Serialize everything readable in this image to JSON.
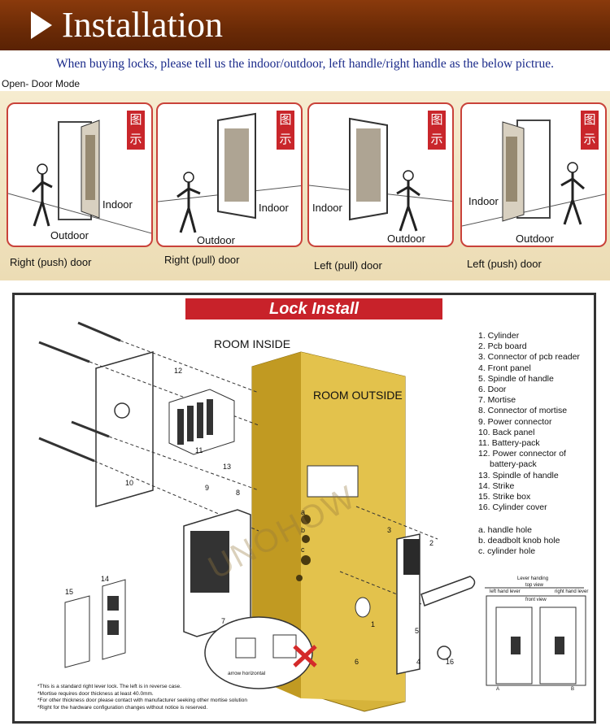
{
  "header": {
    "title": "Installation"
  },
  "notice": "When buying locks, please tell us the indoor/outdoor, left handle/right handle as the below pictrue.",
  "mode_label": "Open- Door Mode",
  "door_modes": [
    {
      "caption": "Right (push) door",
      "indoor": "Indoor",
      "outdoor": "Outdoor",
      "tag": "图示"
    },
    {
      "caption": "Right (pull) door",
      "indoor": "Indoor",
      "outdoor": "Outdoor",
      "tag": "图示"
    },
    {
      "caption": "Left (pull) door",
      "indoor": "Indoor",
      "outdoor": "Outdoor",
      "tag": "图示"
    },
    {
      "caption": "Left (push) door",
      "indoor": "Indoor",
      "outdoor": "Outdoor",
      "tag": "图示"
    }
  ],
  "install": {
    "title": "Lock Install",
    "room_inside": "ROOM INSIDE",
    "room_outside": "ROOM OUTSIDE",
    "watermark": "UNOHOW",
    "parts": [
      "1. Cylinder",
      "2. Pcb board",
      "3. Connector of pcb reader",
      "4. Front panel",
      "5. Spindle of handle",
      "6. Door",
      "7. Mortise",
      "8. Connector of mortise",
      "9. Power connector",
      "10. Back panel",
      "11. Battery-pack",
      "12. Power connector of",
      "battery-pack",
      "13. Spindle of handle",
      "14. Strike",
      "15. Strike box",
      "16. Cylinder cover"
    ],
    "holes": [
      "a. handle hole",
      "b. deadbolt knob hole",
      "c. cylinder hole"
    ],
    "callout_label": "arrow horizontal",
    "notes": [
      "*This is a standard right lever lock. The left is in reverse case.",
      "*Mortise requires door thickness at least 40.0mm.",
      "*For other thickness door please contact with manufacturer seeking other mortise solution",
      "*Right for the hardware configuration changes without notice is reserved."
    ],
    "mini": {
      "lever_handing": "Lever handing",
      "top_view": "top view",
      "left_hand": "left hand lever",
      "right_hand": "right hand lever",
      "front_view": "front view",
      "a": "A",
      "b": "B"
    },
    "numbers": {
      "n1": "1",
      "n2": "2",
      "n3": "3",
      "n4": "4",
      "n5": "5",
      "n6": "6",
      "n7": "7",
      "n8": "8",
      "n9": "9",
      "n10": "10",
      "n11": "11",
      "n12": "12",
      "n13": "13",
      "n14": "14",
      "n15": "15",
      "n16": "16",
      "a": "a",
      "b": "b",
      "c": "c"
    }
  },
  "colors": {
    "banner": "#6a2a06",
    "accent_red": "#c8222a",
    "door_gold": "#d6b33a",
    "notice_blue": "#1a2a8a"
  }
}
